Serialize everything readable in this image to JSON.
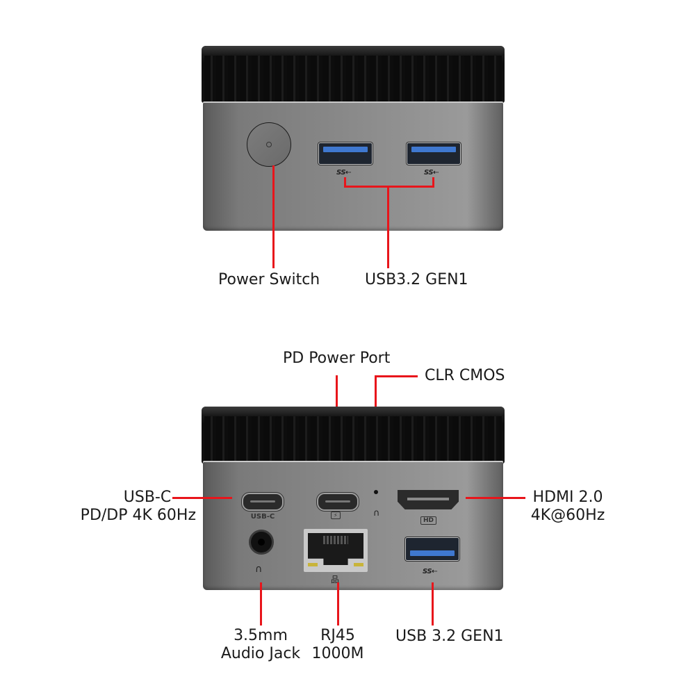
{
  "colors": {
    "callout_line": "#e8151b",
    "background": "#ffffff",
    "usb_tongue_blue": "#3f78d0",
    "shell_gray": "#8a8a8a",
    "heatsink_black": "#111111"
  },
  "front_view": {
    "labels": {
      "power_switch": "Power Switch",
      "usb_front": "USB3.2 GEN1"
    },
    "ports": [
      {
        "type": "power-button",
        "icon": "power-button-icon"
      },
      {
        "type": "usb-a",
        "logo": "SS⇠",
        "icon": "superspeed-usb-icon"
      },
      {
        "type": "usb-a",
        "logo": "SS⇠",
        "icon": "superspeed-usb-icon"
      }
    ]
  },
  "rear_view": {
    "labels": {
      "pd_power_port": "PD Power Port",
      "clr_cmos": "CLR CMOS",
      "usbc_line1": "USB-C",
      "usbc_line2": "PD/DP 4K 60Hz",
      "hdmi_line1": "HDMI 2.0",
      "hdmi_line2": "4K@60Hz",
      "audio_line1": "3.5mm",
      "audio_line2": "Audio Jack",
      "rj45_line1": "RJ45",
      "rj45_line2": "1000M",
      "usb_rear": "USB 3.2 GEN1"
    },
    "port_markings": {
      "usbc": "USB-C",
      "pd_icon": "⚡",
      "cmos_icon": "∩",
      "hdmi": "HD",
      "audio_icon": "🎧",
      "lan_icon": "品",
      "usb_ss": "SS⇠"
    }
  }
}
